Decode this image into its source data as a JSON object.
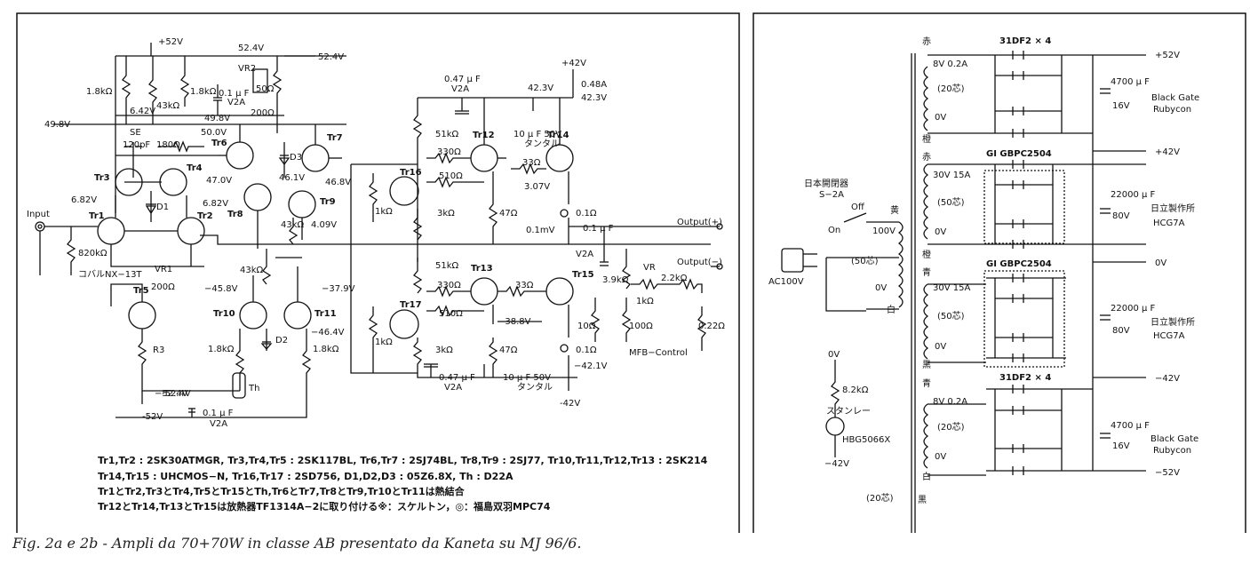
{
  "left_schematic": {
    "rails": {
      "pos_top": "+52V",
      "pos_top2": "52.4V",
      "pos_top3": "52.4V",
      "neg_bottom": "-52V",
      "neg_bottom2": "-52.4V",
      "pos_out": "+42V",
      "neg_out": "-42V"
    },
    "input_label": "Input",
    "output_pos": "Output(+)",
    "output_neg": "Output(−)",
    "mfb_label": "MFB−Control",
    "coil_label": "コバルNX−13T",
    "transistors": [
      "Tr1",
      "Tr2",
      "Tr3",
      "Tr4",
      "Tr5",
      "Tr6",
      "Tr7",
      "Tr8",
      "Tr9",
      "Tr10",
      "Tr11",
      "Tr12",
      "Tr13",
      "Tr14",
      "Tr15",
      "Tr16",
      "Tr17"
    ],
    "labels": [
      {
        "id": "r1",
        "text": "1.8kΩ"
      },
      {
        "id": "r2",
        "text": "6.42V"
      },
      {
        "id": "r3",
        "text": "43kΩ"
      },
      {
        "id": "r4",
        "text": "1.8kΩ"
      },
      {
        "id": "r5",
        "text": "0.1 μ F"
      },
      {
        "id": "r6",
        "text": "V2A"
      },
      {
        "id": "r7",
        "text": "VR2"
      },
      {
        "id": "r8",
        "text": "50Ω"
      },
      {
        "id": "r9",
        "text": "200Ω"
      },
      {
        "id": "r10",
        "text": "49.8V"
      },
      {
        "id": "r11",
        "text": "49.8V"
      },
      {
        "id": "r12",
        "text": "SE"
      },
      {
        "id": "r13",
        "text": "50.0V"
      },
      {
        "id": "r14",
        "text": "120pF"
      },
      {
        "id": "r15",
        "text": "180Ω"
      },
      {
        "id": "r16",
        "text": "D3"
      },
      {
        "id": "r17",
        "text": "47.0V"
      },
      {
        "id": "r18",
        "text": "46.1V"
      },
      {
        "id": "r19",
        "text": "46.8V"
      },
      {
        "id": "r20",
        "text": "6.82V"
      },
      {
        "id": "r21",
        "text": "6.82V"
      },
      {
        "id": "r22",
        "text": "D1"
      },
      {
        "id": "r23",
        "text": "43kΩ"
      },
      {
        "id": "r24",
        "text": "4.09V"
      },
      {
        "id": "r25",
        "text": "820kΩ"
      },
      {
        "id": "r26",
        "text": "VR1"
      },
      {
        "id": "r27",
        "text": "200Ω"
      },
      {
        "id": "r28",
        "text": "43kΩ"
      },
      {
        "id": "r29",
        "text": "−45.8V"
      },
      {
        "id": "r30",
        "text": "−37.9V"
      },
      {
        "id": "r31",
        "text": "R3"
      },
      {
        "id": "r32",
        "text": "D2"
      },
      {
        "id": "r33",
        "text": "1.8kΩ"
      },
      {
        "id": "r34",
        "text": "1.8kΩ"
      },
      {
        "id": "r35",
        "text": "−46.4V"
      },
      {
        "id": "r36",
        "text": "Th"
      },
      {
        "id": "r37",
        "text": "0.1 μ F"
      },
      {
        "id": "r38",
        "text": "V2A"
      },
      {
        "id": "r39",
        "text": "0.47 μ F"
      },
      {
        "id": "r40",
        "text": "V2A"
      },
      {
        "id": "r41",
        "text": "42.3V"
      },
      {
        "id": "r42",
        "text": "0.48A"
      },
      {
        "id": "r43",
        "text": "42.3V"
      },
      {
        "id": "r44",
        "text": "51kΩ"
      },
      {
        "id": "r45",
        "text": "10 μ F 50V"
      },
      {
        "id": "r46",
        "text": "タンタル"
      },
      {
        "id": "r47",
        "text": "330Ω"
      },
      {
        "id": "r48",
        "text": "33Ω"
      },
      {
        "id": "r49",
        "text": "510Ω"
      },
      {
        "id": "r50",
        "text": "3.07V"
      },
      {
        "id": "r51",
        "text": "1kΩ"
      },
      {
        "id": "r52",
        "text": "3kΩ"
      },
      {
        "id": "r53",
        "text": "47Ω"
      },
      {
        "id": "r54",
        "text": "0.1Ω"
      },
      {
        "id": "r55",
        "text": "0.1mV"
      },
      {
        "id": "r56",
        "text": "0.1 μ F"
      },
      {
        "id": "r57",
        "text": "V2A"
      },
      {
        "id": "r58",
        "text": "51kΩ"
      },
      {
        "id": "r59",
        "text": "3.9kΩ"
      },
      {
        "id": "r60",
        "text": "VR"
      },
      {
        "id": "r61",
        "text": "2.2kΩ"
      },
      {
        "id": "r62",
        "text": "330Ω"
      },
      {
        "id": "r63",
        "text": "33Ω"
      },
      {
        "id": "r64",
        "text": "1kΩ"
      },
      {
        "id": "r65",
        "text": "510Ω"
      },
      {
        "id": "r66",
        "text": "−38.8V"
      },
      {
        "id": "r67",
        "text": "1kΩ"
      },
      {
        "id": "r68",
        "text": "10Ω"
      },
      {
        "id": "r69",
        "text": "100Ω"
      },
      {
        "id": "r70",
        "text": "0.22Ω"
      },
      {
        "id": "r71",
        "text": "3kΩ"
      },
      {
        "id": "r72",
        "text": "47Ω"
      },
      {
        "id": "r73",
        "text": "0.1Ω"
      },
      {
        "id": "r74",
        "text": "0.47 μ F"
      },
      {
        "id": "r75",
        "text": "V2A"
      },
      {
        "id": "r76",
        "text": "10 μ F 50V"
      },
      {
        "id": "r77",
        "text": "タンタル"
      },
      {
        "id": "r78",
        "text": "−42.1V"
      },
      {
        "id": "r79",
        "text": "−52.4V"
      }
    ],
    "notes": [
      "Tr1,Tr2 : 2SK30ATMGR, Tr3,Tr4,Tr5 : 2SK117BL, Tr6,Tr7 : 2SJ74BL, Tr8,Tr9 : 2SJ77, Tr10,Tr11,Tr12,Tr13 : 2SK214",
      "Tr14,Tr15 : UHCMOS−N, Tr16,Tr17 : 2SD756, D1,D2,D3 : 05Z6.8X, Th : D22A",
      "Tr1とTr2,Tr3とTr4,Tr5とTr15とTh,Tr6とTr7,Tr8とTr9,Tr10とTr11は熱結合",
      "Tr12とTr14,Tr13とTr15は放熱器TF1314A−2に取り付ける※：スケルトン，◎：福島双羽MPC74"
    ]
  },
  "right_schematic": {
    "switch_label": "日本開閉器",
    "switch_model": "S−2A",
    "on": "On",
    "off": "Off",
    "ac_label": "AC100V",
    "primary": {
      "v100": "100V",
      "v0": "0V",
      "core": "(50芯)",
      "color_top": "黄",
      "color_bottom": "白"
    },
    "sec1": {
      "color_top": "赤",
      "v": "8V 0.2A",
      "core": "(20芯)",
      "v0": "0V",
      "color_bottom": "橙"
    },
    "sec2": {
      "color_top": "赤",
      "v": "30V 15A",
      "core": "(50芯)",
      "v0": "0V",
      "color_bottom": "橙"
    },
    "sec3": {
      "color_top": "青",
      "v": "30V 15A",
      "core": "(50芯)",
      "v0": "0V",
      "color_bottom": "黒"
    },
    "sec4": {
      "color_top": "青",
      "v": "8V 0.2A",
      "core": "(20芯)",
      "v0": "0V",
      "color_bottom": "白"
    },
    "bottom_core": "(20芯)",
    "bottom_color": "黒",
    "diode1": "31DF2 × 4",
    "diode2": "31DF2 × 4",
    "bridge1": "GI GBPC2504",
    "bridge2": "GI GBPC2504",
    "cap1": {
      "value": "4700 μ F",
      "v": "16V",
      "brand": "Black Gate",
      "maker": "Rubycon"
    },
    "cap2": {
      "value": "22000 μ F",
      "v": "80V",
      "brand": "日立製作所",
      "model": "HCG7A"
    },
    "cap3": {
      "value": "22000 μ F",
      "v": "80V",
      "brand": "日立製作所",
      "model": "HCG7A"
    },
    "cap4": {
      "value": "4700 μ F",
      "v": "16V",
      "brand": "Black Gate",
      "maker": "Rubycon"
    },
    "outputs": [
      "+52V",
      "+42V",
      "0V",
      "−42V",
      "−52V"
    ],
    "led": {
      "top": "0V",
      "r": "8.2kΩ",
      "name": "スタンレー",
      "model": "HBG5066X",
      "bottom": "−42V"
    }
  },
  "caption": "Fig. 2a e 2b - Ampli da 70+70W in classe AB presentato da Kaneta su MJ 96/6."
}
